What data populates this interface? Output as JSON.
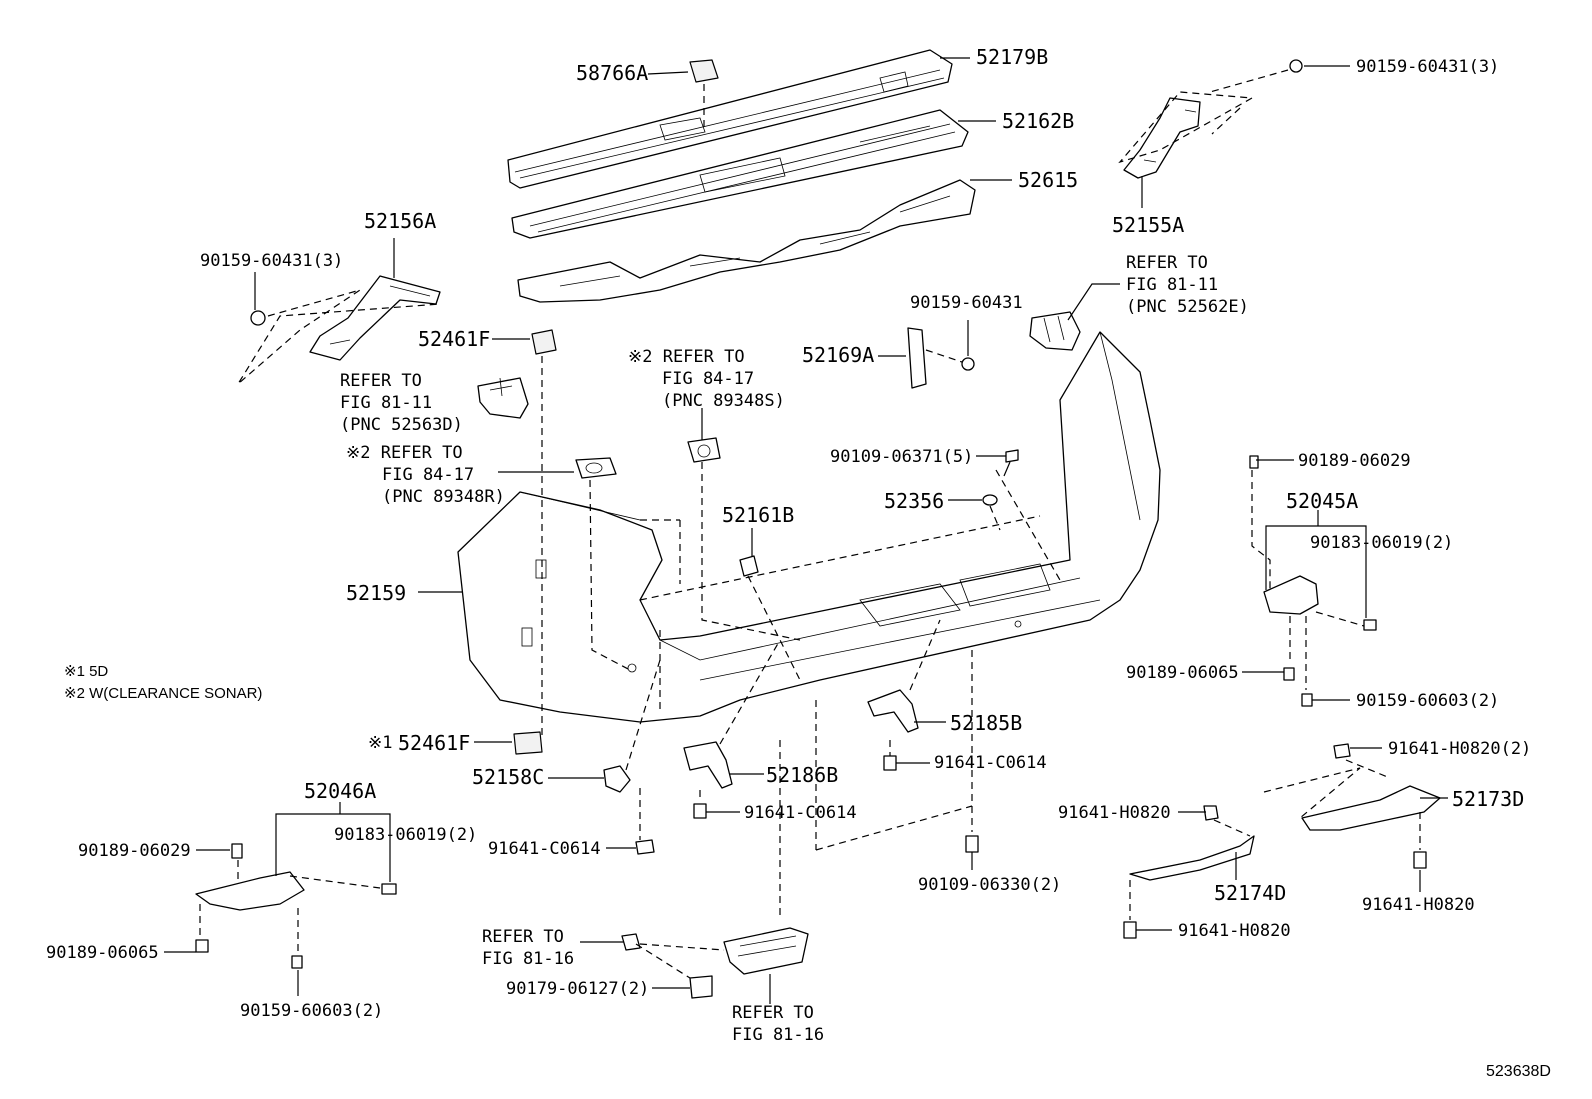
{
  "callouts": {
    "c58766A": "58766A",
    "c52179B": "52179B",
    "c52162B": "52162B",
    "c52615": "52615",
    "c52155A": "52155A",
    "c90159_60431_3_top": "90159-60431(3)",
    "c52156A": "52156A",
    "c90159_60431_3_left": "90159-60431(3)",
    "c52461F_top": "52461F",
    "c52169A": "52169A",
    "c90159_60431": "90159-60431",
    "c52159": "52159",
    "c52161B": "52161B",
    "c90109_06371_5": "90109-06371(5)",
    "c52356": "52356",
    "c90189_06029_right": "90189-06029",
    "c52045A": "52045A",
    "c90183_06019_2_right": "90183-06019(2)",
    "c90189_06065_right": "90189-06065",
    "c90159_60603_2_right": "90159-60603(2)",
    "c52185B": "52185B",
    "c91641_C0614_a": "91641-C0614",
    "c52186B": "52186B",
    "c91641_C0614_b": "91641-C0614",
    "c52158C": "52158C",
    "c91641_C0614_c": "91641-C0614",
    "c52461F_bottom": "52461F",
    "c52046A": "52046A",
    "c90189_06029_left": "90189-06029",
    "c90183_06019_2_left": "90183-06019(2)",
    "c90189_06065_left": "90189-06065",
    "c90159_60603_2_left": "90159-60603(2)",
    "c91641_H0820_2": "91641-H0820(2)",
    "c52173D": "52173D",
    "c91641_H0820_a": "91641-H0820",
    "c52174D": "52174D",
    "c91641_H0820_b": "91641-H0820",
    "c91641_H0820_c": "91641-H0820",
    "c90109_06330_2": "90109-06330(2)",
    "c90179_06127_2": "90179-06127(2)"
  },
  "refers": {
    "r_52562E": [
      "REFER TO",
      "FIG 81-11",
      "(PNC 52562E)"
    ],
    "r_52563D": [
      "REFER TO",
      "FIG 81-11",
      "(PNC 52563D)"
    ],
    "r_89348S": [
      "※2 REFER TO",
      "FIG 84-17",
      "(PNC 89348S)"
    ],
    "r_89348R": [
      "※2 REFER TO",
      "FIG 84-17",
      "(PNC 89348R)"
    ],
    "r_81_16_left": [
      "REFER TO",
      "FIG 81-16"
    ],
    "r_81_16_bottom": [
      "REFER TO",
      "FIG 81-16"
    ]
  },
  "markers": {
    "mark1": "※1"
  },
  "notes": [
    "※1 5D",
    "※2 W(CLEARANCE SONAR)"
  ],
  "diagram_code": "523638D"
}
